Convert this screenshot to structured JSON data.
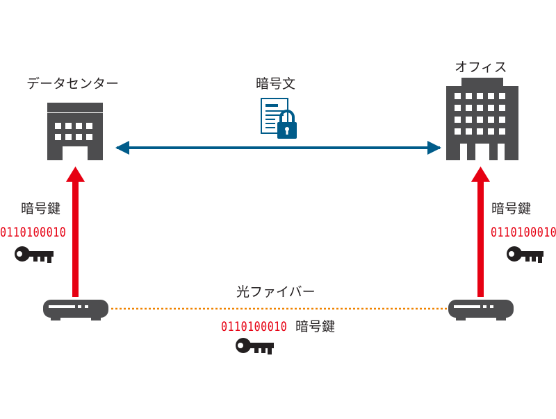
{
  "labels": {
    "datacenter": "データセンター",
    "office": "オフィス",
    "ciphertext": "暗号文",
    "fiber": "光ファイバー",
    "key_left": "暗号鍵",
    "key_right": "暗号鍵",
    "key_bottom": "暗号鍵"
  },
  "binary": {
    "left": "0110100010",
    "right": "0110100010",
    "bottom": "0110100010"
  },
  "icons": {
    "datacenter": "building-icon",
    "office": "office-building-icon",
    "ciphertext": "locked-document-icon",
    "key": "key-icon",
    "router": "router-icon"
  },
  "colors": {
    "building": "#4d4d4f",
    "channel_arrow": "#005c8a",
    "key_arrow": "#e60012",
    "fiber_line": "#f08300",
    "binary_text": "#e60012",
    "text": "#231f20"
  }
}
